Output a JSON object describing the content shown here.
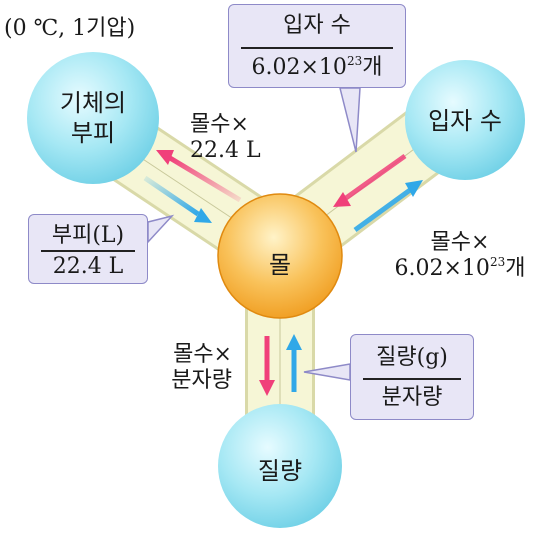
{
  "condition": "(0 ℃, 1기압)",
  "nodes": {
    "center": "몰",
    "volume_line1": "기체의",
    "volume_line2": "부피",
    "particles": "입자 수",
    "mass": "질량"
  },
  "edges": {
    "to_volume_line1": "몰수×",
    "to_volume_line2": "22.4 L",
    "to_particles_line1": "몰수×",
    "to_particles_line2_base": "6.02×10",
    "to_particles_exp": "23",
    "to_particles_unit": "개",
    "to_mass_line1": "몰수×",
    "to_mass_line2": "분자량"
  },
  "boxes": {
    "volume": {
      "numerator": "부피(L)",
      "denominator": "22.4 L"
    },
    "particles": {
      "numerator": "입자 수",
      "denominator_base": "6.02×10",
      "denominator_exp": "23",
      "denominator_unit": "개"
    },
    "mass": {
      "numerator": "질량(g)",
      "denominator": "분자량"
    }
  },
  "colors": {
    "arrow_out": "#f0407a",
    "arrow_in": "#30a8e8",
    "tube": "#f4f4cf",
    "center_fill": "#f5a623",
    "bubble_fill": "#8fe0ef"
  }
}
